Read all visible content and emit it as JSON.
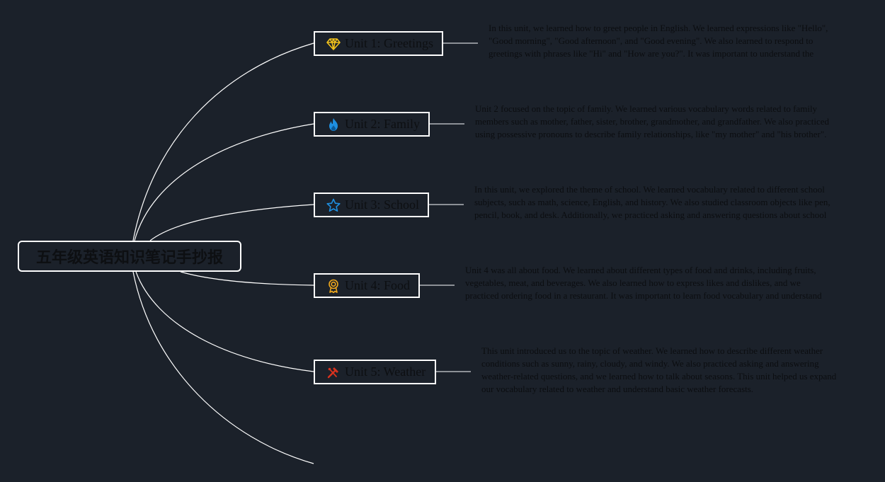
{
  "root": {
    "title": "五年级英语知识笔记手抄报"
  },
  "units": [
    {
      "label": "Unit 1: Greetings",
      "icon": "diamond-icon",
      "icon_color": "#f2c21b",
      "note": "In this unit, we learned how to greet people in English. We learned expressions like \"Hello\", \"Good morning\", \"Good afternoon\", and \"Good evening\". We also learned to respond to greetings with phrases like \"Hi\" and \"How are you?\". It was important to understand the appropriate situations to use different greetings."
    },
    {
      "label": "Unit 2: Family",
      "icon": "flame-icon",
      "icon_color": "#1e8fe0",
      "note": "Unit 2 focused on the topic of family. We learned various vocabulary words related to family members such as mother, father, sister, brother, grandmother, and grandfather. We also practiced using possessive pronouns to describe family relationships, like \"my mother\" and \"his brother\"."
    },
    {
      "label": "Unit 3: School",
      "icon": "star-icon",
      "icon_color": "#1e8fe0",
      "note": "In this unit, we explored the theme of school. We learned vocabulary related to different school subjects, such as math, science, English, and history. We also studied classroom objects like pen, pencil, book, and desk. Additionally, we practiced asking and answering questions about school routines."
    },
    {
      "label": "Unit 4: Food",
      "icon": "medal-icon",
      "icon_color": "#f0a81c",
      "note": "Unit 4 was all about food. We learned about different types of food and drinks, including fruits, vegetables, meat, and beverages. We also learned how to express likes and dislikes, and we practiced ordering food in a restaurant. It was important to learn food vocabulary and understand basic conversations related to eating."
    },
    {
      "label": "Unit 5: Weather",
      "icon": "tools-icon",
      "icon_color": "#d8321e",
      "note": "This unit introduced us to the topic of weather. We learned how to describe different weather conditions such as sunny, rainy, cloudy, and windy. We also practiced asking and answering weather-related questions, and we learned how to talk about seasons. This unit helped us expand our vocabulary related to weather and understand basic weather forecasts."
    }
  ],
  "colors": {
    "background": "#1b212a",
    "line": "#ffffff",
    "text": "#0d0f12"
  }
}
